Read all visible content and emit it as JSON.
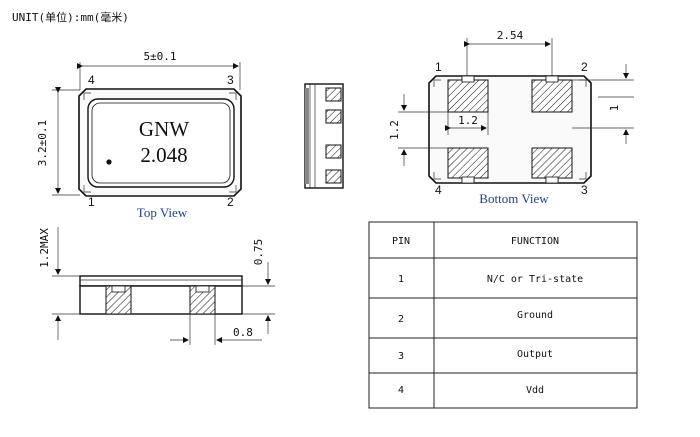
{
  "unit_note": "UNIT(单位):mm(毫米)",
  "top_view": {
    "caption": "Top View",
    "marking_line1": "GNW",
    "marking_line2": "2.048",
    "width_dim": "5±0.1",
    "height_dim": "3.2±0.1",
    "pins": [
      "1",
      "2",
      "3",
      "4"
    ]
  },
  "side_view": {
    "height_dim": "1.2MAX",
    "pad_height_dim": "0.75",
    "pad_width_dim": "0.8"
  },
  "bottom_view": {
    "caption": "Bottom View",
    "pitch_x_dim": "2.54",
    "pad_height_dim": "1",
    "gap_x_dim": "1.2",
    "gap_y_dim": "1.2",
    "pins": [
      "1",
      "2",
      "3",
      "4"
    ]
  },
  "pin_table": {
    "headers": [
      "PIN",
      "FUNCTION"
    ],
    "rows": [
      {
        "pin": "1",
        "function": "N/C or Tri-state"
      },
      {
        "pin": "2",
        "function": "Ground"
      },
      {
        "pin": "3",
        "function": "Output"
      },
      {
        "pin": "4",
        "function": "Vdd"
      }
    ]
  }
}
